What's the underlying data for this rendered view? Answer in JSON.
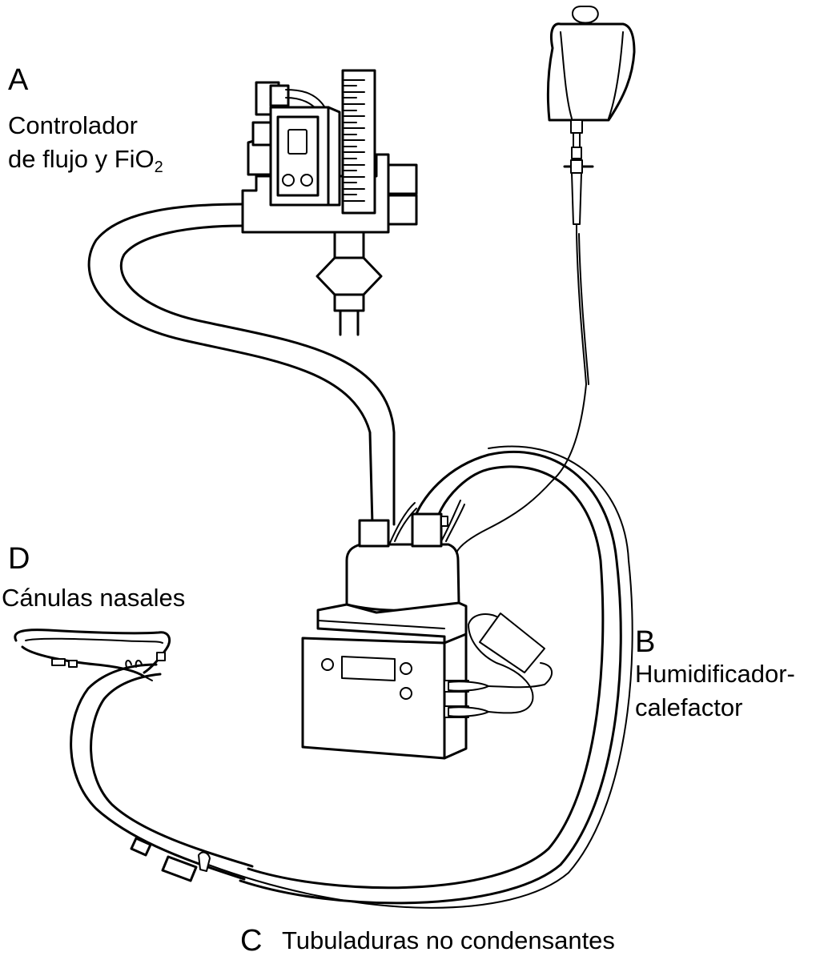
{
  "diagram": {
    "title": "High-flow nasal cannula system",
    "labels": [
      {
        "id": "A",
        "letter": "A",
        "text_line1": "Controlador",
        "text_line2": "de flujo y FiO",
        "text_sub": "2"
      },
      {
        "id": "B",
        "letter": "B",
        "text_line1": "Humidificador-",
        "text_line2": "calefactor"
      },
      {
        "id": "C",
        "letter": "C",
        "text_line1": "Tubuladuras no condensantes"
      },
      {
        "id": "D",
        "letter": "D",
        "text_line1": "Cánulas nasales"
      }
    ],
    "components": [
      {
        "id": "flow-controller",
        "label_ref": "A",
        "icon": "flow-meter-icon"
      },
      {
        "id": "water-bag",
        "icon": "iv-bag-icon"
      },
      {
        "id": "humidifier-heater",
        "label_ref": "B",
        "icon": "humidifier-icon"
      },
      {
        "id": "heated-tubing",
        "label_ref": "C",
        "icon": "tubing-icon"
      },
      {
        "id": "nasal-cannula",
        "label_ref": "D",
        "icon": "nasal-cannula-icon"
      }
    ]
  }
}
